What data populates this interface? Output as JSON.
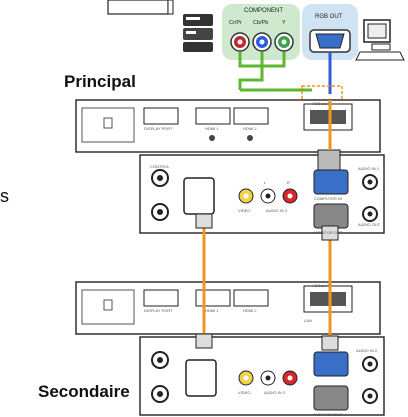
{
  "labels": {
    "principal": "Principal",
    "secondaire": "Secondaire",
    "component": "COMPONENT",
    "cr_pr": "Cr/Pr",
    "cb_pb": "Cb/Pb",
    "y": "Y",
    "rgb_out": "RGB OUT",
    "cut_left": "s"
  },
  "panel_text": {
    "port_display": "DISPLAY PORT",
    "port_hdmi1": "HDMI 1",
    "port_hdmi2": "HDMI 2",
    "lan_top": "LAN",
    "lan_label": "LAN",
    "control": "CONTROL",
    "video": "VIDEO",
    "audio_in3": "AUDIO IN 3",
    "audio_in1": "AUDIO IN 1",
    "audio_in2": "AUDIO IN 2",
    "audio_out": "AUDIO OUT",
    "computer_in": "COMPUTER IN",
    "monitor_out": "MONITOR OUT",
    "hdbaset": "HDBaseT",
    "l": "L",
    "r": "R"
  },
  "colors": {
    "green_cable": "#5cb82e",
    "orange_cable": "#f0961e",
    "blue_cable": "#2f5bd6",
    "panel_line": "#222222",
    "highlight_green": "#cfe9cf",
    "highlight_blue": "#cfe3f3"
  }
}
